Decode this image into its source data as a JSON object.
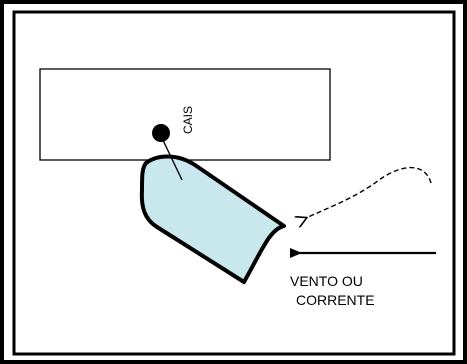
{
  "diagram": {
    "labels": {
      "pier": "CAIS",
      "force_line1": "VENTO OU",
      "force_line2": "CORRENTE"
    },
    "colors": {
      "frame": "#000000",
      "background": "#ffffff",
      "boat_fill": "#c8e8ee",
      "ink": "#000000"
    },
    "icons": {
      "mooring_post": "bollard-dot-icon",
      "wind_arrow": "solid-arrow-left-icon",
      "drift_arrow": "dashed-curved-arrow-icon"
    }
  }
}
